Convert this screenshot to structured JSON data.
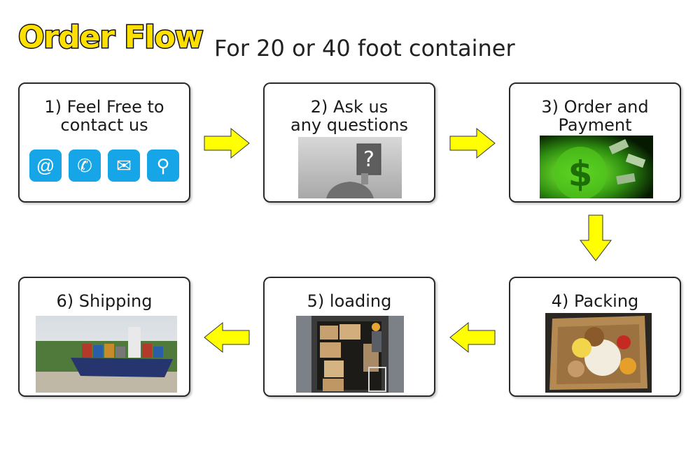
{
  "title": {
    "main": "Order Flow",
    "sub": "For 20 or 40 foot container"
  },
  "steps": [
    {
      "label": "1) Feel Free to\ncontact us",
      "icons": [
        "at-sign-icon",
        "phone-icon",
        "envelope-icon",
        "location-pin-icon"
      ]
    },
    {
      "label": "2) Ask us\nany questions"
    },
    {
      "label": "3) Order and\nPayment"
    },
    {
      "label": "4) Packing"
    },
    {
      "label": "5) loading"
    },
    {
      "label": "6) Shipping"
    }
  ],
  "colors": {
    "arrow": "#ffff00",
    "icon_bg": "#16a5e6",
    "title_fill": "#ffe000"
  },
  "icon_glyphs": {
    "at": "@",
    "phone": "✆",
    "mail": "✉",
    "pin": "⚲"
  }
}
